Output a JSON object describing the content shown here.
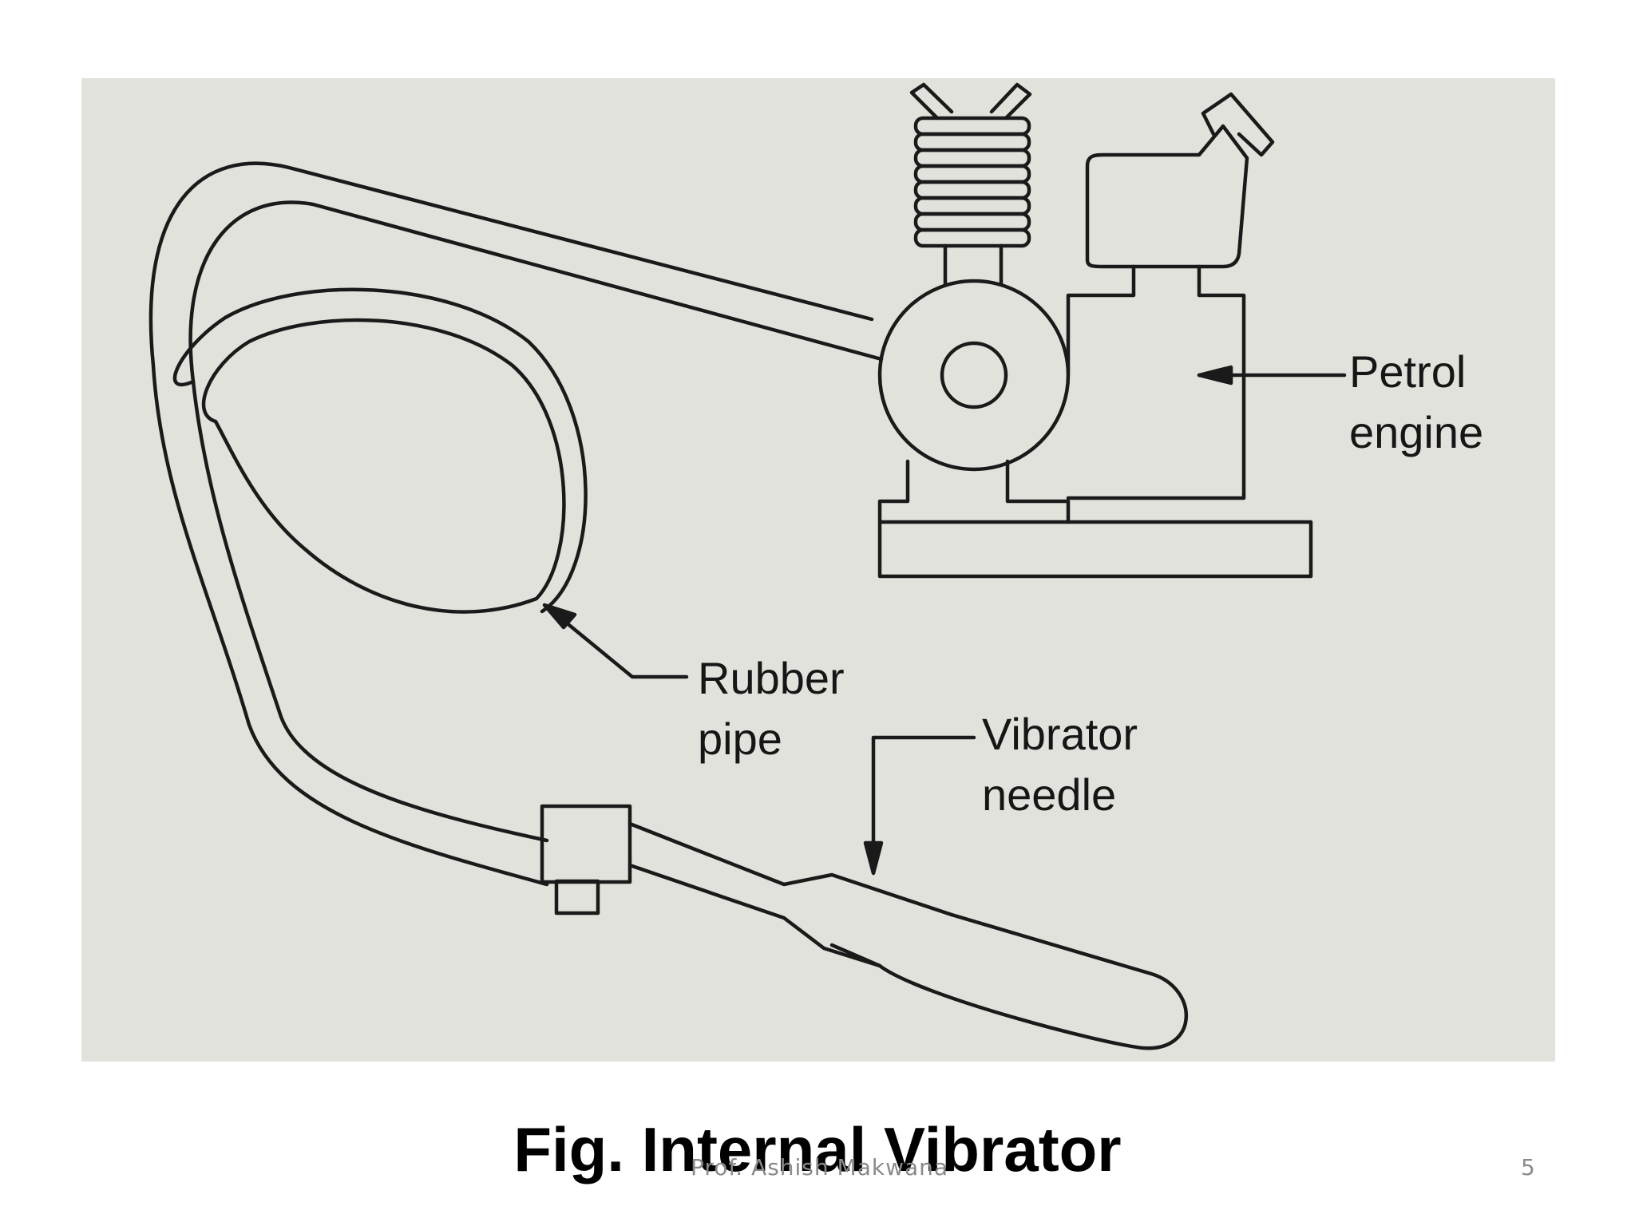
{
  "slide": {
    "caption": "Fig. Internal Vibrator",
    "author": "Prof.  Ashish Makwana",
    "page_number": "5"
  },
  "diagram": {
    "labels": {
      "petrol_engine": [
        "Petrol",
        "engine"
      ],
      "rubber_pipe": [
        "Rubber",
        "pipe"
      ],
      "vibrator_needle": [
        "Vibrator",
        "needle"
      ]
    }
  }
}
